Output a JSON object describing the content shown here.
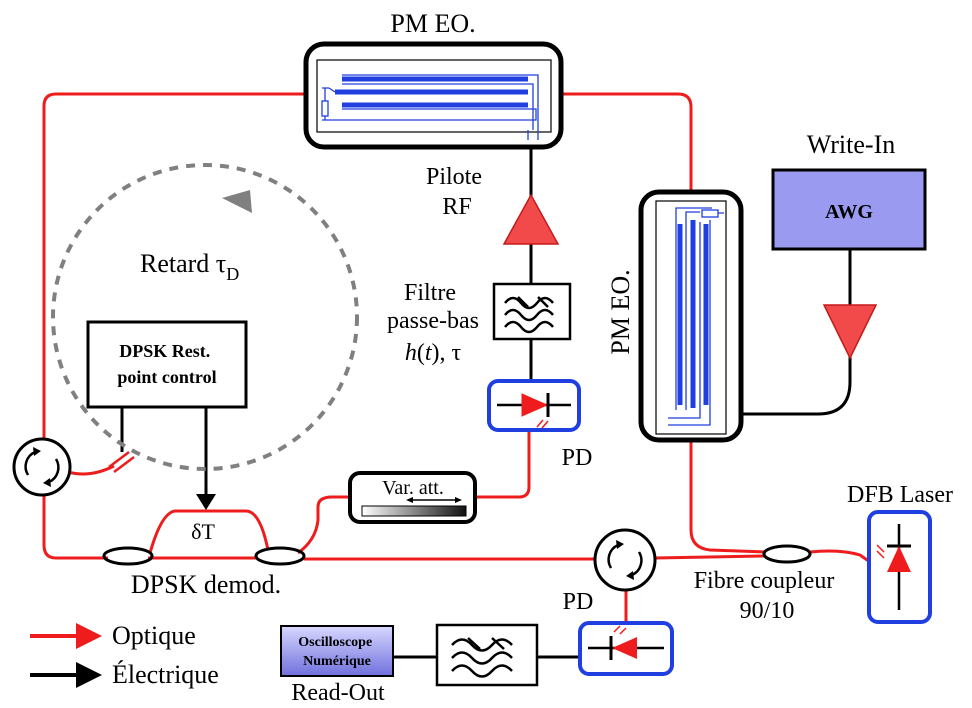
{
  "labels": {
    "pm_eo_top": "PM EO.",
    "pm_eo_side": "PM EO.",
    "write_in": "Write-In",
    "awg": "AWG",
    "pilote_line1": "Pilote",
    "pilote_line2": "RF",
    "retard": "Retard τ",
    "retard_sub": "D",
    "filtre_line1": "Filtre",
    "filtre_line2": "passe-bas",
    "filtre_line3_h": "h",
    "filtre_line3_t": "t",
    "filtre_line3_tau": "τ",
    "dpsk_rest_line1": "DPSK Rest.",
    "dpsk_rest_line2": "point control",
    "pd_upper": "PD",
    "var_att": "Var. att.",
    "dfb_laser": "DFB Laser",
    "delta_t": "δT",
    "dpsk_demod": "DPSK demod.",
    "fibre_coupleur_line1": "Fibre coupleur",
    "fibre_coupleur_line2": "90/10",
    "pd_lower": "PD",
    "oscilloscope_line1": "Oscilloscope",
    "oscilloscope_line2": "Numérique",
    "read_out": "Read-Out"
  },
  "legend": [
    {
      "label": "Optique",
      "color": "#ee1c1c"
    },
    {
      "label": "Électrique",
      "color": "#000000"
    }
  ],
  "colors": {
    "optical": "#ee1c1c",
    "electrical": "#000000",
    "waveguide": "#1f3fe0",
    "awg_fill": "#9a9af0",
    "amplifier": "#f24a4a",
    "loop": "#808080"
  }
}
